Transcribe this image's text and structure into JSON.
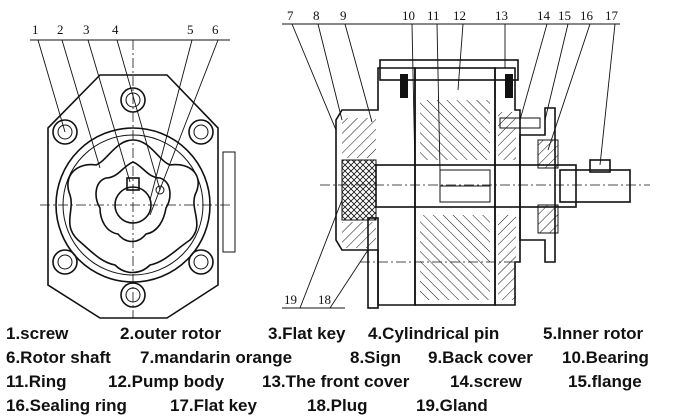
{
  "callouts_top_left": [
    "1",
    "2",
    "3",
    "4",
    "5",
    "6"
  ],
  "callouts_top_right": [
    "7",
    "8",
    "9",
    "10",
    "11",
    "12",
    "13",
    "14",
    "15",
    "16",
    "17"
  ],
  "callouts_bottom": [
    "19",
    "18"
  ],
  "legend": [
    [
      "1.screw",
      "2.outer rotor",
      "3.Flat key",
      "4.Cylindrical pin",
      "5.Inner rotor"
    ],
    [
      "6.Rotor shaft",
      "7.mandarin orange",
      "8.Sign",
      "9.Back cover",
      "10.Bearing"
    ],
    [
      "11.Ring",
      "12.Pump body",
      "13.The front cover",
      "14.screw",
      "15.flange"
    ],
    [
      "16.Sealing ring",
      "17.Flat key",
      "18.Plug",
      "19.Gland"
    ]
  ]
}
